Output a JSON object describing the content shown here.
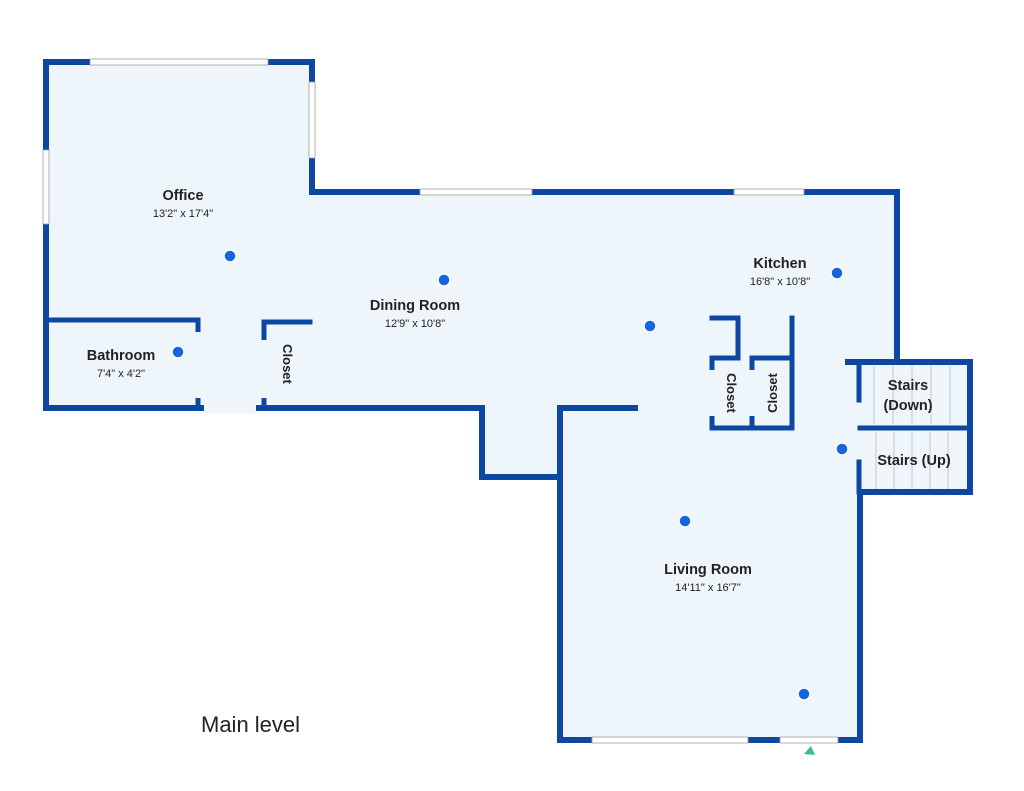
{
  "level_label": "Main level",
  "colors": {
    "wall": "#0d47a1",
    "floor": "#eef6fc",
    "marker": "#1565e0"
  },
  "rooms": {
    "office": {
      "name": "Office",
      "dims": "13'2\" x 17'4\""
    },
    "dining": {
      "name": "Dining Room",
      "dims": "12'9\" x 10'8\""
    },
    "kitchen": {
      "name": "Kitchen",
      "dims": "16'8\" x 10'8\""
    },
    "bathroom": {
      "name": "Bathroom",
      "dims": "7'4\" x 4'2\""
    },
    "living": {
      "name": "Living Room",
      "dims": "14'11\" x 16'7\""
    },
    "closet_a": {
      "name": "Closet"
    },
    "closet_b": {
      "name": "Closet"
    },
    "closet_c": {
      "name": "Closet"
    },
    "stairs_down": {
      "line1": "Stairs",
      "line2": "(Down)"
    },
    "stairs_up": {
      "name": "Stairs (Up)"
    }
  },
  "markers": [
    "camera-marker",
    "camera-marker",
    "camera-marker",
    "camera-marker",
    "camera-marker",
    "camera-marker",
    "camera-marker",
    "camera-marker"
  ],
  "icons": {
    "marker": "camera-position-icon",
    "entry": "entry-arrow-icon"
  }
}
